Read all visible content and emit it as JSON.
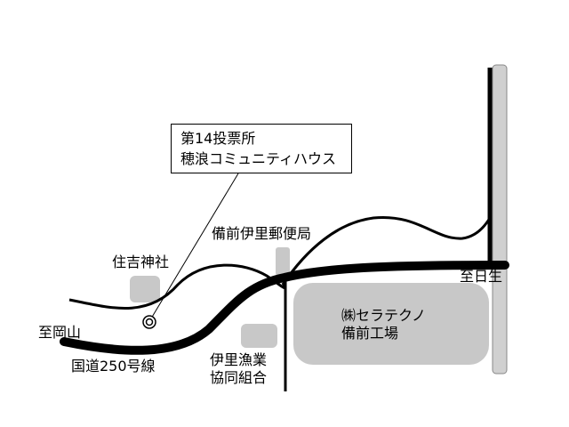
{
  "callout": {
    "line1": "第14投票所",
    "line2": "穂浪コミュニティハウス"
  },
  "labels": {
    "shrine": "住吉神社",
    "post_office": "備前伊里郵便局",
    "to_okayama": "至岡山",
    "route": "国道250号線",
    "to_hinase": "至日生",
    "factory_line1": "㈱セラテクノ",
    "factory_line2": "備前工場",
    "fishery_line1": "伊里漁業",
    "fishery_line2": "協同組合"
  },
  "colors": {
    "road": "#000000",
    "building": "#c8c8c8",
    "railway": "#d0d0d0"
  },
  "icons": {
    "polling_station": "double-circle-marker"
  }
}
